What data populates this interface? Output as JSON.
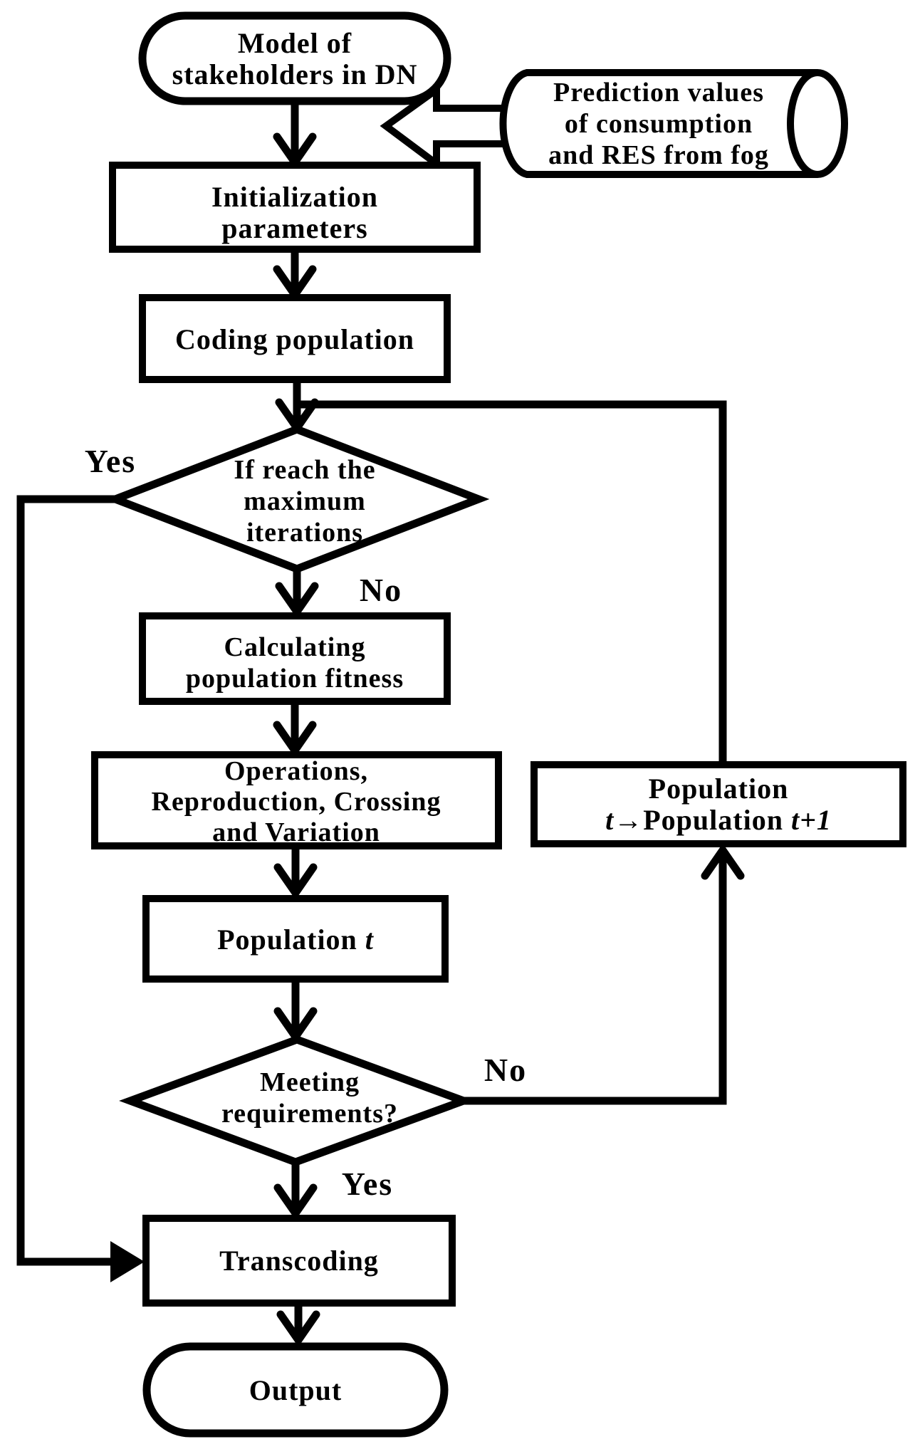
{
  "diagram": {
    "colors": {
      "stroke": "#000000",
      "fill": "#ffffff"
    },
    "nodes": {
      "model": {
        "type": "terminator",
        "lines": [
          "Model of",
          "stakeholders in DN"
        ]
      },
      "prediction": {
        "type": "stored-data",
        "lines": [
          "Prediction values",
          "of consumption",
          "and RES from fog"
        ]
      },
      "initialization": {
        "type": "process",
        "lines": [
          "Initialization",
          "parameters"
        ]
      },
      "coding": {
        "type": "process",
        "label": "Coding population"
      },
      "max_iterations": {
        "type": "decision",
        "lines": [
          "If reach the",
          "maximum",
          "iterations"
        ]
      },
      "fitness": {
        "type": "process",
        "lines": [
          "Calculating",
          "population fitness"
        ]
      },
      "operations": {
        "type": "process",
        "lines": [
          "Operations,",
          "Reproduction, Crossing",
          "and Variation"
        ]
      },
      "population_t": {
        "type": "process",
        "prefix": "Population",
        "t": "t"
      },
      "meeting": {
        "type": "decision",
        "lines": [
          "Meeting",
          "requirements?"
        ]
      },
      "population_increment": {
        "type": "process",
        "line1": "Population",
        "t": "t",
        "arrow": "→",
        "mid": "Population",
        "t_plus_1": "t+1"
      },
      "transcoding": {
        "type": "process",
        "label": "Transcoding"
      },
      "output": {
        "type": "terminator",
        "label": "Output"
      }
    },
    "labels": {
      "yes_iterations": "Yes",
      "no_iterations": "No",
      "no_meeting": "No",
      "yes_meeting": "Yes"
    }
  }
}
